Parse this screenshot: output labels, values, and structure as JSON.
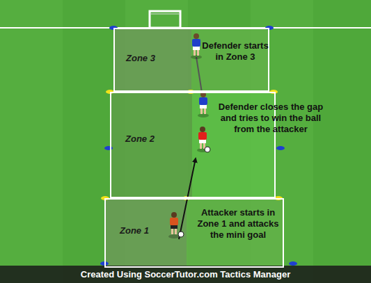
{
  "diagram": {
    "nodes": [
      {
        "text": [
          "Zone 3"
        ]
      },
      {
        "text": [
          "Zone 2"
        ]
      },
      {
        "text": [
          "Zone 1"
        ]
      }
    ],
    "labels": [
      "Defender starts in Zone 3",
      "Defender closes the gap and tries to win the ball from the attacker",
      "Attacker starts in Zone 1 and attacks the mini goal",
      "Created Using SoccerTutor.com Tactics Manager"
    ]
  }
}
